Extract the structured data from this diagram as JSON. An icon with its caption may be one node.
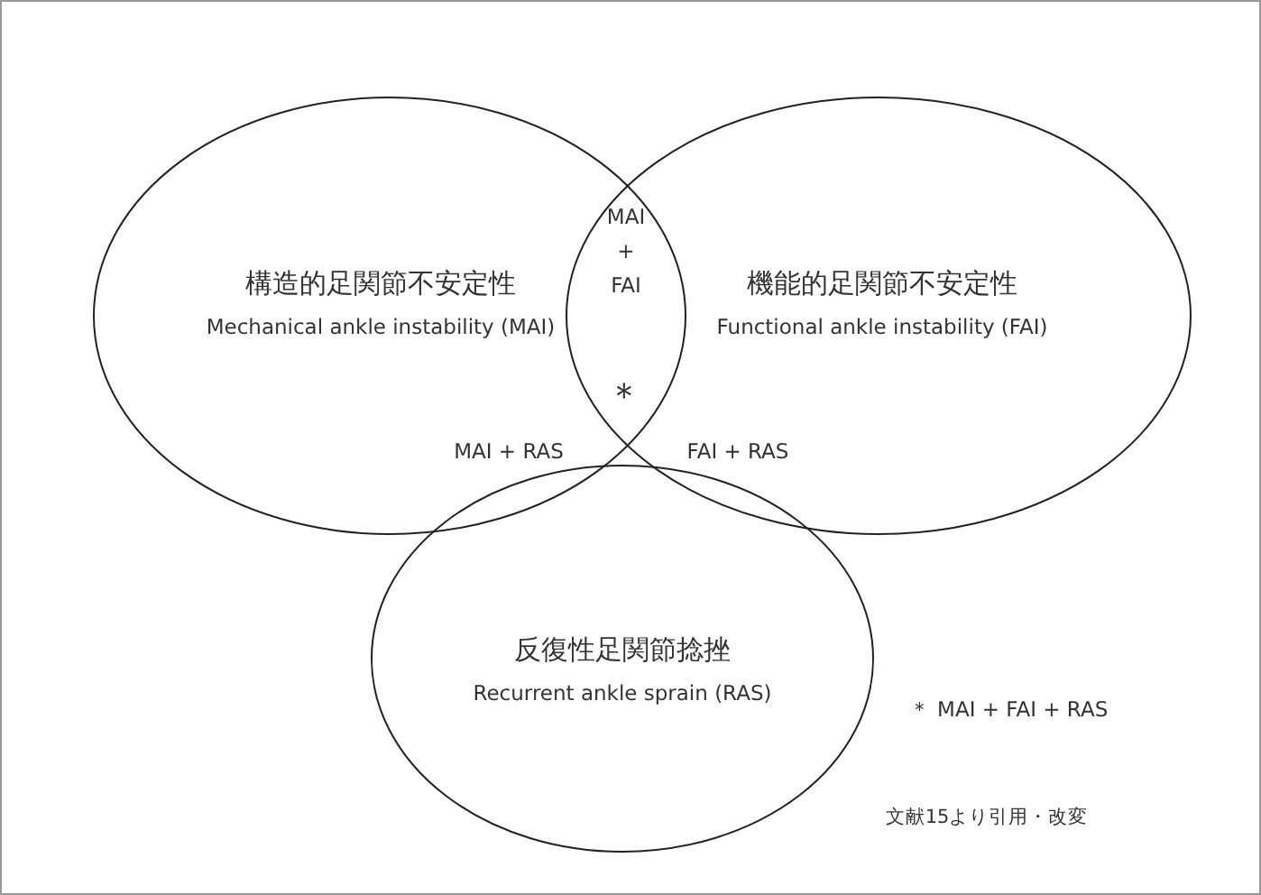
{
  "diagram": {
    "nodes": [
      {
        "text": [
          "構造的足関節不安定性",
          "Mechanical ankle instability (MAI)"
        ]
      },
      {
        "text": [
          "機能的足関節不安定性",
          "Functional ankle instability (FAI)"
        ]
      },
      {
        "text": [
          "反復性足関節捻挫",
          "Recurrent ankle sprain (RAS)"
        ]
      }
    ],
    "edges": [],
    "labels": [
      "MAI + FAI",
      "＊",
      "MAI + RAS",
      "FAI + RAS",
      "＊ MAI + FAI + RAS",
      "文献15より引用・改変"
    ]
  }
}
